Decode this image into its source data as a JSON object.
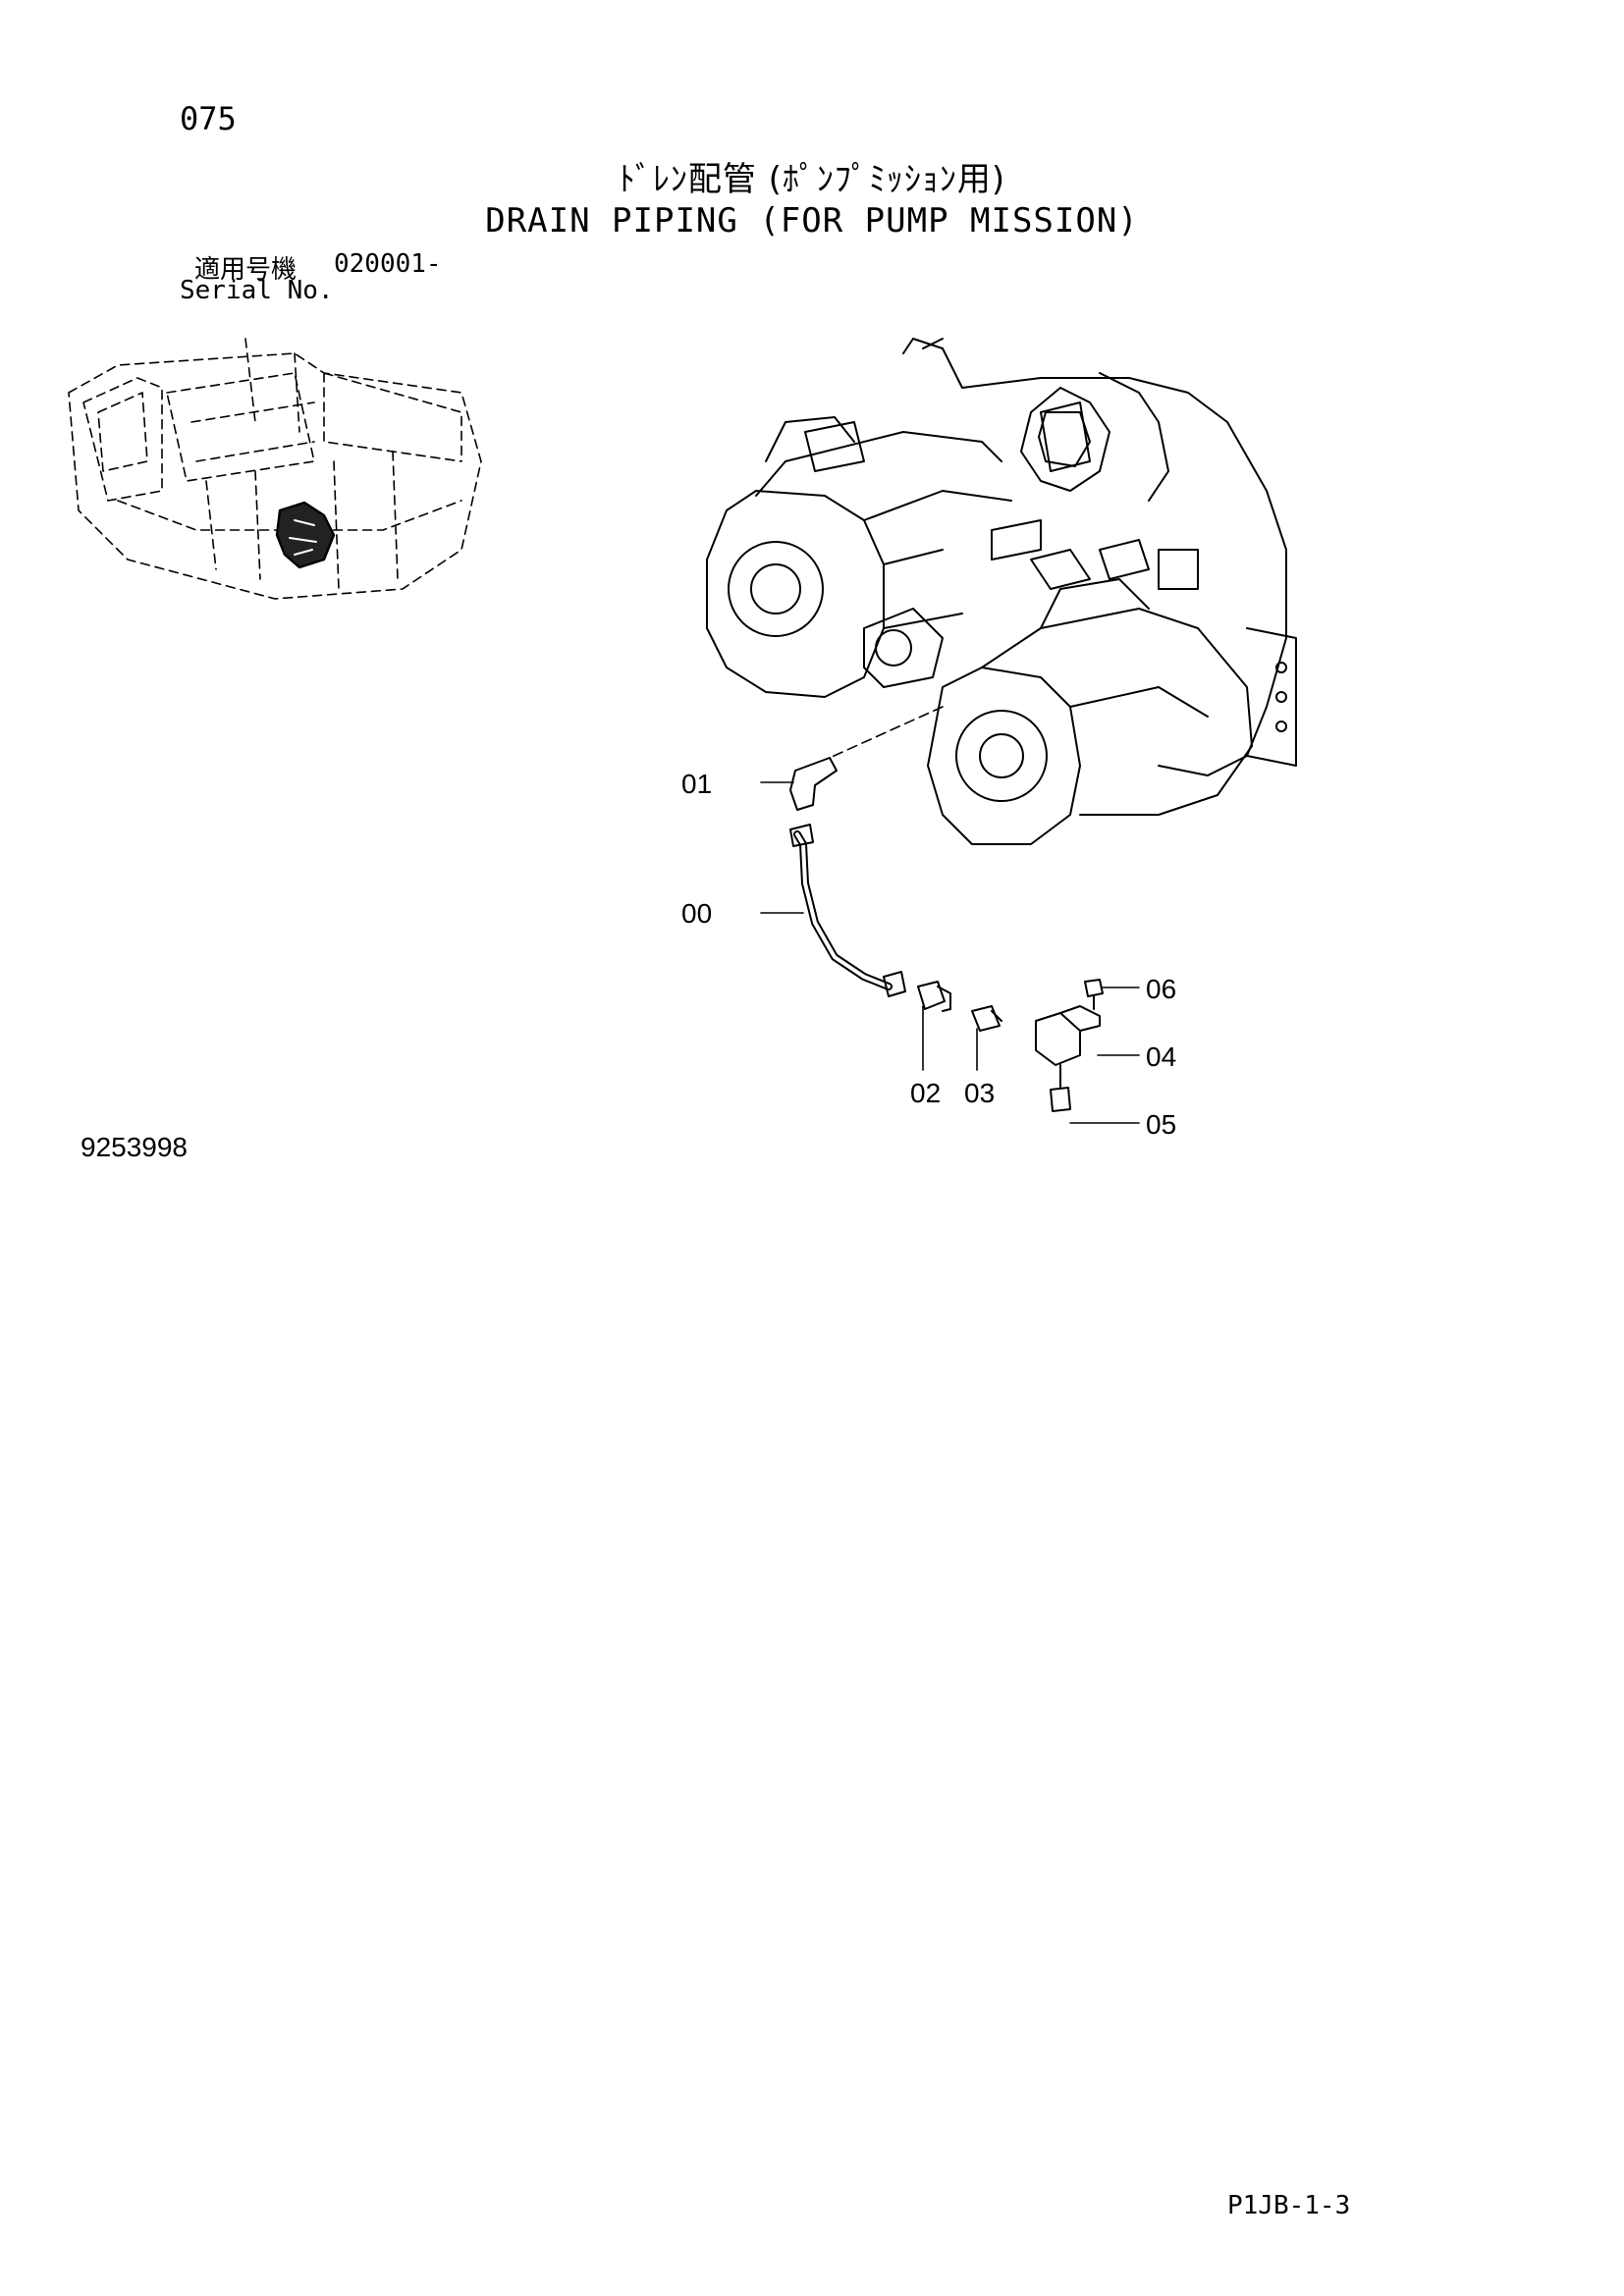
{
  "page": {
    "number": "075",
    "title_ja": "ﾄﾞﾚﾝ配管 (ﾎﾟﾝﾌﾟﾐｯｼｮﾝ用)",
    "title_en": "DRAIN PIPING (FOR PUMP MISSION)",
    "serial_label_ja": "適用号機",
    "serial_value": "020001-",
    "serial_label_en": "Serial No.",
    "drawing_number": "9253998",
    "page_code": "P1JB-1-3"
  },
  "callouts": [
    {
      "id": "00",
      "label": "00"
    },
    {
      "id": "01",
      "label": "01"
    },
    {
      "id": "02",
      "label": "02"
    },
    {
      "id": "03",
      "label": "03"
    },
    {
      "id": "04",
      "label": "04"
    },
    {
      "id": "05",
      "label": "05"
    },
    {
      "id": "06",
      "label": "06"
    }
  ]
}
